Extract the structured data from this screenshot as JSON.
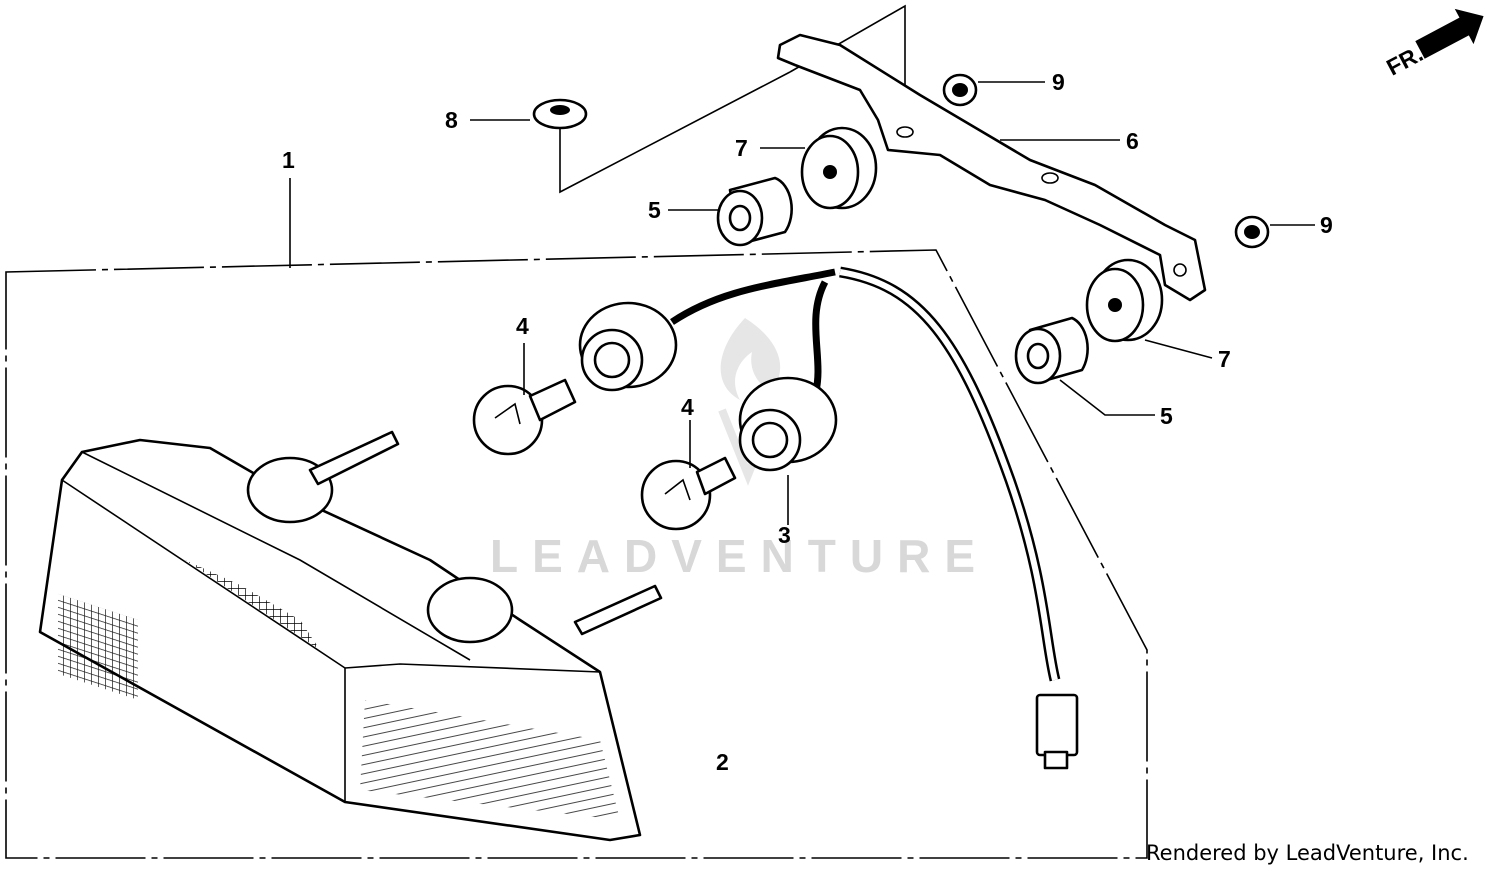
{
  "diagram": {
    "callouts": [
      "1",
      "2",
      "3",
      "4",
      "4",
      "5",
      "5",
      "6",
      "7",
      "7",
      "8",
      "9",
      "9"
    ],
    "direction_label": "FR.",
    "watermark": "LEADVENTURE",
    "credit": "Rendered by LeadVenture, Inc."
  }
}
